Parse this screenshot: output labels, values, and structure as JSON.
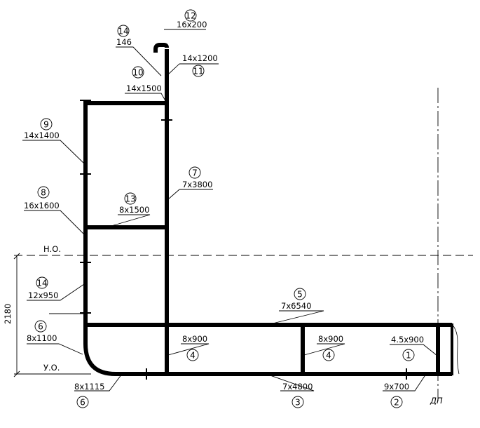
{
  "drawing": {
    "axis_labels": {
      "baseline": "У.О.",
      "waterline": "Н.О.",
      "centerline": "ДП",
      "height_dimension": "2180"
    },
    "callouts": [
      {
        "id": "c14a",
        "number": "14",
        "size": "146"
      },
      {
        "id": "c12",
        "number": "12",
        "size": "16x200"
      },
      {
        "id": "c11",
        "number": "11",
        "size": "14x1200"
      },
      {
        "id": "c10",
        "number": "10",
        "size": "14x1500"
      },
      {
        "id": "c9",
        "number": "9",
        "size": "14x1400"
      },
      {
        "id": "c7",
        "number": "7",
        "size": "7x3800"
      },
      {
        "id": "c8",
        "number": "8",
        "size": "16x1600"
      },
      {
        "id": "c13",
        "number": "13",
        "size": "8x1500"
      },
      {
        "id": "c14b",
        "number": "14",
        "size": "12x950"
      },
      {
        "id": "c5",
        "number": "5",
        "size": "7x6540"
      },
      {
        "id": "c6a",
        "number": "6",
        "size": "8x1100"
      },
      {
        "id": "c4a",
        "number": "4",
        "size": "8x900"
      },
      {
        "id": "c4b",
        "number": "4",
        "size": "8x900"
      },
      {
        "id": "c1",
        "number": "1",
        "size": "4.5x900"
      },
      {
        "id": "c6b",
        "number": "6",
        "size": "8x1115"
      },
      {
        "id": "c3",
        "number": "3",
        "size": "7x4800"
      },
      {
        "id": "c2",
        "number": "2",
        "size": "9x700"
      }
    ]
  }
}
